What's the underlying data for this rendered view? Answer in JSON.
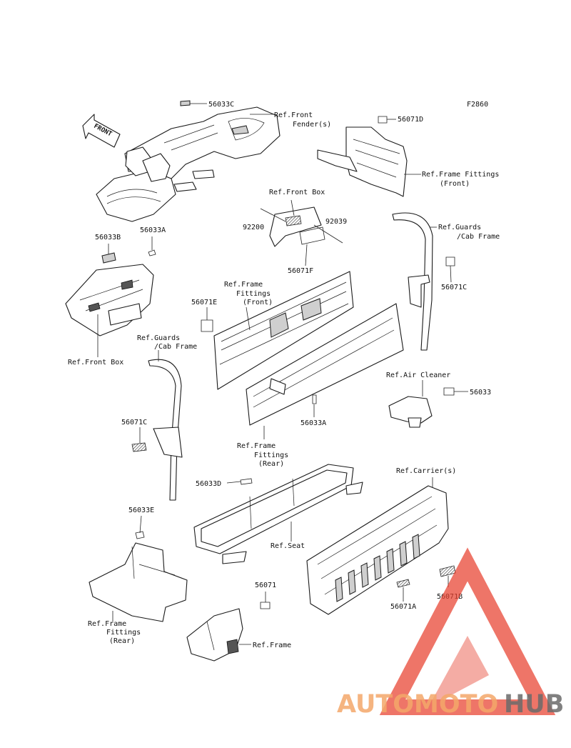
{
  "diagram_code": "F2860",
  "front_arrow_label": "FRONT",
  "labels": {
    "p56033C": "56033C",
    "ref_front_fender_1": "Ref.Front",
    "ref_front_fender_2": "Fender(s)",
    "p56071D": "56071D",
    "ref_frame_fittings_front_top_1": "Ref.Frame Fittings",
    "ref_frame_fittings_front_top_2": "(Front)",
    "ref_front_box_top": "Ref.Front Box",
    "p92200": "92200",
    "p92039": "92039",
    "p56071F": "56071F",
    "ref_guards_right_1": "Ref.Guards",
    "ref_guards_right_2": "/Cab Frame",
    "p56033B": "56033B",
    "p56033A_top": "56033A",
    "ref_frame_fittings_mid_1": "Ref.Frame",
    "ref_frame_fittings_mid_2": "Fittings",
    "ref_frame_fittings_mid_3": "(Front)",
    "p56071C_right": "56071C",
    "p56071E": "56071E",
    "ref_front_box_left": "Ref.Front Box",
    "ref_guards_left_1": "Ref.Guards",
    "ref_guards_left_2": "/Cab Frame",
    "ref_air_cleaner": "Ref.Air Cleaner",
    "p56033": "56033",
    "p56033A_mid": "56033A",
    "p56071C_left": "56071C",
    "ref_frame_fittings_rear_mid_1": "Ref.Frame",
    "ref_frame_fittings_rear_mid_2": "Fittings",
    "ref_frame_fittings_rear_mid_3": "(Rear)",
    "p56033D": "56033D",
    "ref_carriers": "Ref.Carrier(s)",
    "p56033E": "56033E",
    "ref_seat": "Ref.Seat",
    "p56071": "56071",
    "p56071A": "56071A",
    "p56071B": "56071B",
    "ref_frame_fittings_rear_low_1": "Ref.Frame",
    "ref_frame_fittings_rear_low_2": "Fittings",
    "ref_frame_fittings_rear_low_3": "(Rear)",
    "ref_frame": "Ref.Frame"
  },
  "watermark": {
    "text_a": "AUTOMOTO",
    "text_b": "HUB",
    "color_a": "#f4a86a",
    "color_b": "#6b6b6b",
    "triangle_color": "#e8412f"
  }
}
